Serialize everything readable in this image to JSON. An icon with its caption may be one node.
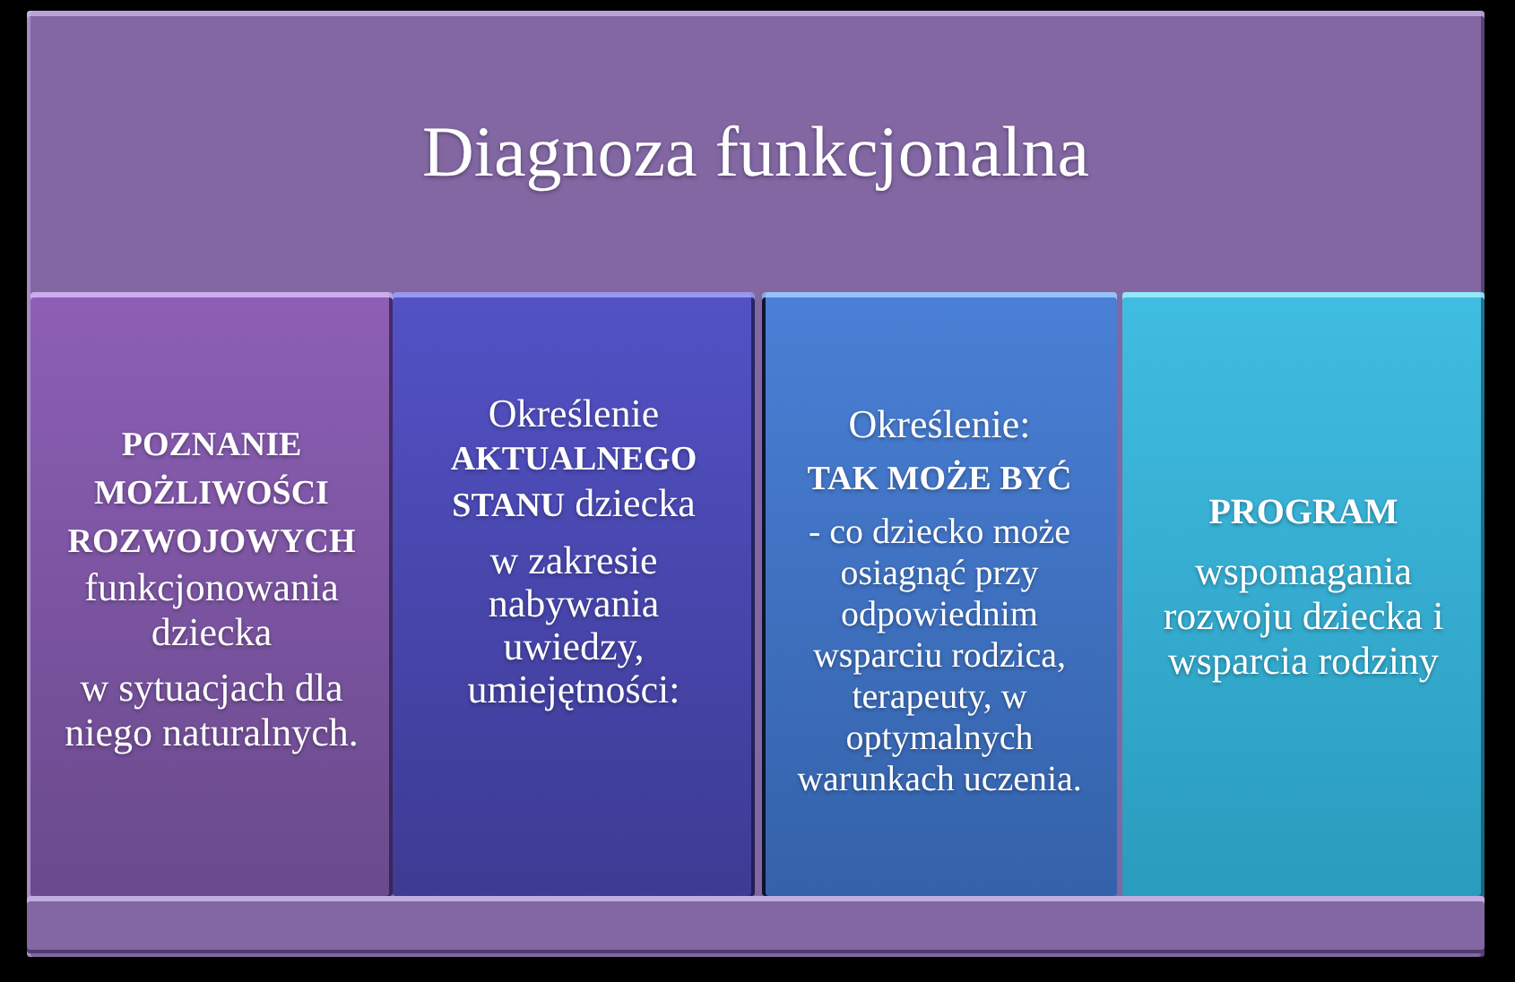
{
  "diagram": {
    "nodes": [
      {
        "text": [
          "Diagnoza funkcjonalna"
        ]
      },
      {
        "text": [
          "**POZNANIE MOŻLIWOŚCI ROZWOJOWYCH** funkcjonowania dziecka",
          "w sytuacjach dla niego naturalnych."
        ],
        "in": 0
      },
      {
        "text": [
          "Określenie **AKTUALNEGO STANU** dziecka",
          "w zakresie nabywania uwiedzy, umiejętności:"
        ],
        "in": 0
      },
      {
        "text": [
          "Określenie:",
          "TAK MOŻE BYĆ",
          "- co dziecko może osiagnąć przy odpowiednim wsparciu rodzica, terapeuty, w optymalnych warunkach uczenia."
        ],
        "in": 0
      },
      {
        "text": [
          "PROGRAM",
          "wspomagania rozwoju dziecka i wsparcia rodziny"
        ],
        "in": 0
      },
      {
        "text": [],
        "shape": "bar",
        "in": 0
      }
    ]
  }
}
